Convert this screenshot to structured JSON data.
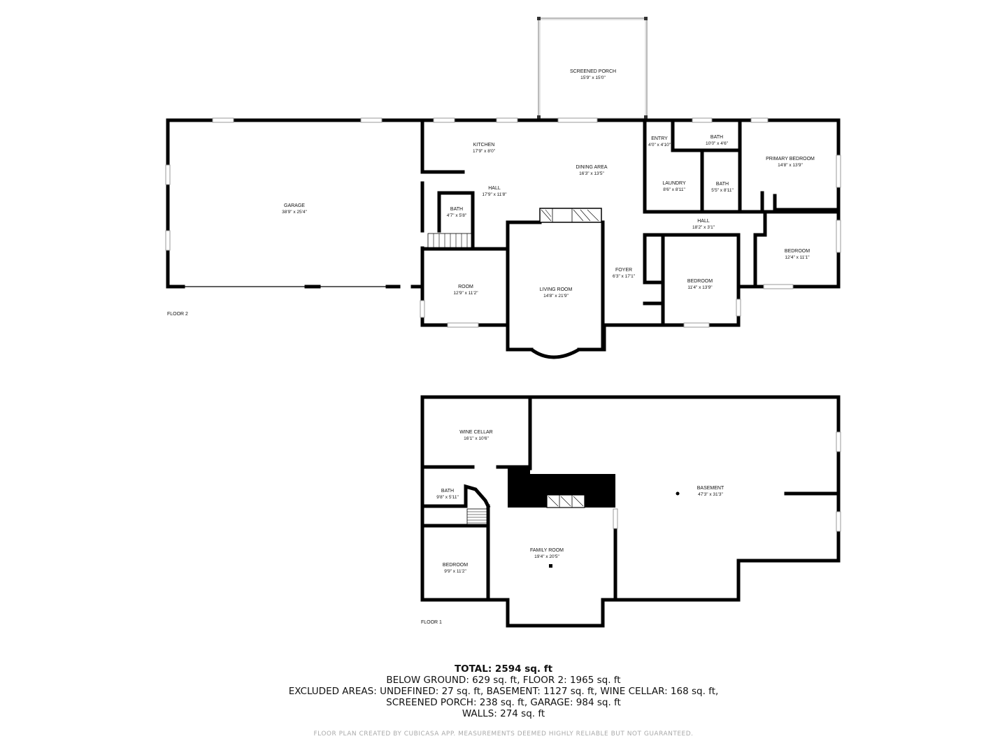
{
  "floor2": {
    "label": "FLOOR 2",
    "rooms": {
      "screened_porch": {
        "name": "SCREENED PORCH",
        "dim": "15'9\" x 15'0\""
      },
      "garage": {
        "name": "GARAGE",
        "dim": "38'9\" x 25'4\""
      },
      "kitchen": {
        "name": "KITCHEN",
        "dim": "17'9\" x 8'0\""
      },
      "dining": {
        "name": "DINING AREA",
        "dim": "16'3\" x 13'5\""
      },
      "hall1": {
        "name": "HALL",
        "dim": "17'9\" x 11'8\""
      },
      "bath1": {
        "name": "BATH",
        "dim": "4'7\" x 5'8\""
      },
      "room": {
        "name": "ROOM",
        "dim": "12'9\" x 11'2\""
      },
      "living": {
        "name": "LIVING ROOM",
        "dim": "14'8\" x 21'9\""
      },
      "foyer": {
        "name": "FOYER",
        "dim": "6'3\" x 17'1\""
      },
      "entry": {
        "name": "ENTRY",
        "dim": "4'0\" x 4'10\""
      },
      "laundry": {
        "name": "LAUNDRY",
        "dim": "8'6\" x 8'11\""
      },
      "bath2": {
        "name": "BATH",
        "dim": "10'0\" x 4'6\""
      },
      "bath3": {
        "name": "BATH",
        "dim": "5'5\" x 8'11\""
      },
      "primary": {
        "name": "PRIMARY BEDROOM",
        "dim": "14'8\" x 13'9\""
      },
      "hall2": {
        "name": "HALL",
        "dim": "18'2\" x 3'1\""
      },
      "bedroom1": {
        "name": "BEDROOM",
        "dim": "12'4\" x 11'1\""
      },
      "bedroom2": {
        "name": "BEDROOM",
        "dim": "11'4\" x 13'9\""
      }
    }
  },
  "floor1": {
    "label": "FLOOR 1",
    "rooms": {
      "wine": {
        "name": "WINE CELLAR",
        "dim": "16'1\" x 10'6\""
      },
      "basement": {
        "name": "BASEMENT",
        "dim": "47'3\" x 31'3\""
      },
      "bath": {
        "name": "BATH",
        "dim": "9'8\" x 5'11\""
      },
      "family": {
        "name": "FAMILY ROOM",
        "dim": "19'4\" x 20'5\""
      },
      "bedroom": {
        "name": "BEDROOM",
        "dim": "9'9\" x 11'2\""
      }
    }
  },
  "summary": {
    "total": "TOTAL: 2594 sq. ft",
    "line1": "BELOW GROUND: 629 sq. ft, FLOOR 2: 1965 sq. ft",
    "line2": "EXCLUDED AREAS: UNDEFINED: 27 sq. ft, BASEMENT: 1127 sq. ft, WINE CELLAR: 168 sq. ft,",
    "line3": "SCREENED PORCH: 238 sq. ft, GARAGE: 984 sq. ft",
    "line4": "WALLS: 274 sq. ft"
  },
  "credit": "FLOOR PLAN CREATED BY CUBICASA APP. MEASUREMENTS DEEMED HIGHLY RELIABLE BUT NOT GUARANTEED."
}
